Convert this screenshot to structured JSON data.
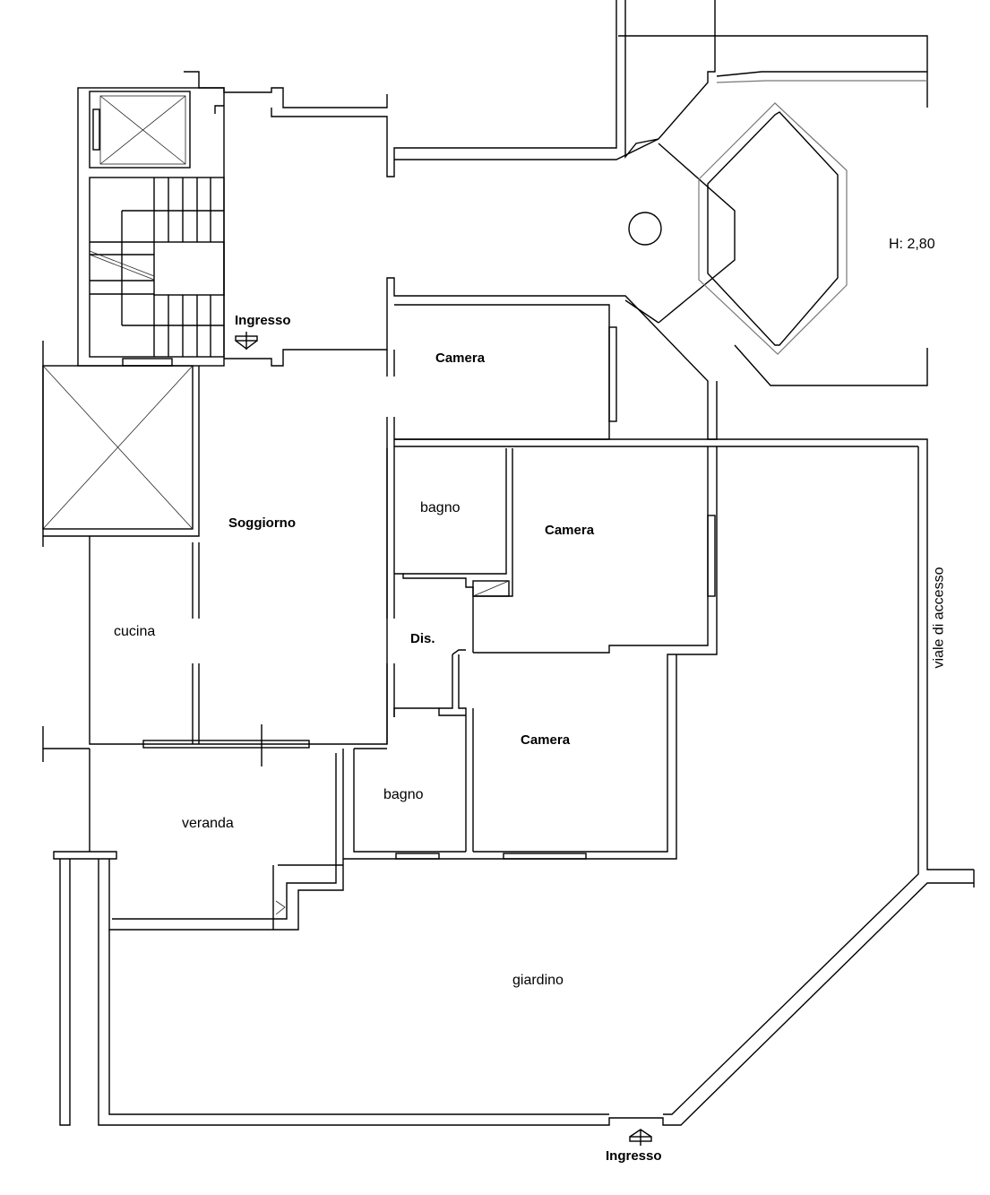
{
  "plan": {
    "height_note": "H: 2,80",
    "rooms": {
      "soggiorno": "Soggiorno",
      "camera_top": "Camera",
      "camera_mid": "Camera",
      "camera_low": "Camera",
      "bagno_top": "bagno",
      "bagno_low": "bagno",
      "disimpegno": "Dis.",
      "cucina": "cucina",
      "veranda": "veranda",
      "giardino": "giardino"
    },
    "entrances": {
      "main": "Ingresso",
      "garden": "Ingresso"
    },
    "access_road": "viale di accesso"
  }
}
